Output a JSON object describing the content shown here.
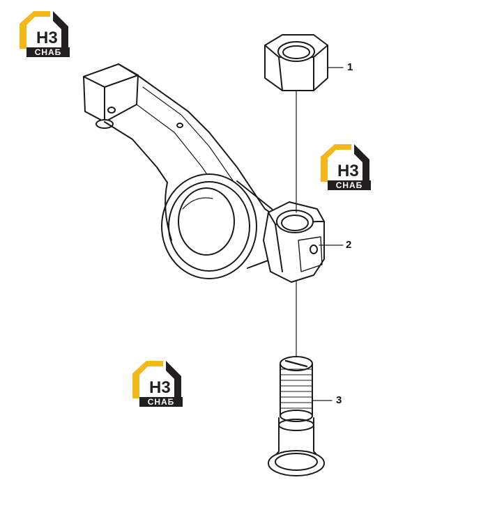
{
  "watermark": {
    "text_top": "H3",
    "text_bottom": "СНАБ",
    "accent_color": "#f2b81c",
    "dark_color": "#231f20"
  },
  "callouts": [
    {
      "number": "1",
      "part": "nut"
    },
    {
      "number": "2",
      "part": "rocker-arm"
    },
    {
      "number": "3",
      "part": "adjusting-screw"
    }
  ]
}
